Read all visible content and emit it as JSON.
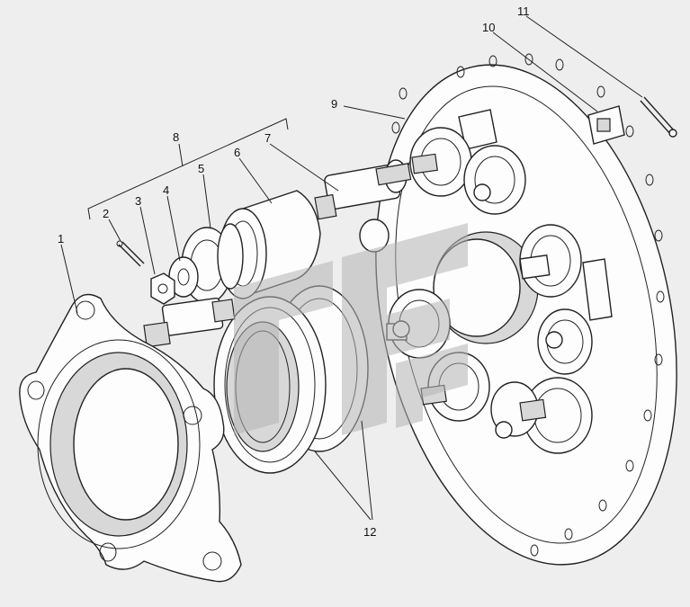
{
  "callouts": [
    {
      "id": "1",
      "text": "1"
    },
    {
      "id": "2",
      "text": "2"
    },
    {
      "id": "3",
      "text": "3"
    },
    {
      "id": "4",
      "text": "4"
    },
    {
      "id": "5",
      "text": "5"
    },
    {
      "id": "6",
      "text": "6"
    },
    {
      "id": "7",
      "text": "7"
    },
    {
      "id": "8",
      "text": "8"
    },
    {
      "id": "9",
      "text": "9"
    },
    {
      "id": "10",
      "text": "10"
    },
    {
      "id": "11",
      "text": "11"
    },
    {
      "id": "12",
      "text": "12"
    }
  ],
  "colors": {
    "background": "#eeeeee",
    "linework": "#222222",
    "watermark": "#b4b4b4"
  },
  "watermark_icon": "stylized-logo-watermark-icon"
}
